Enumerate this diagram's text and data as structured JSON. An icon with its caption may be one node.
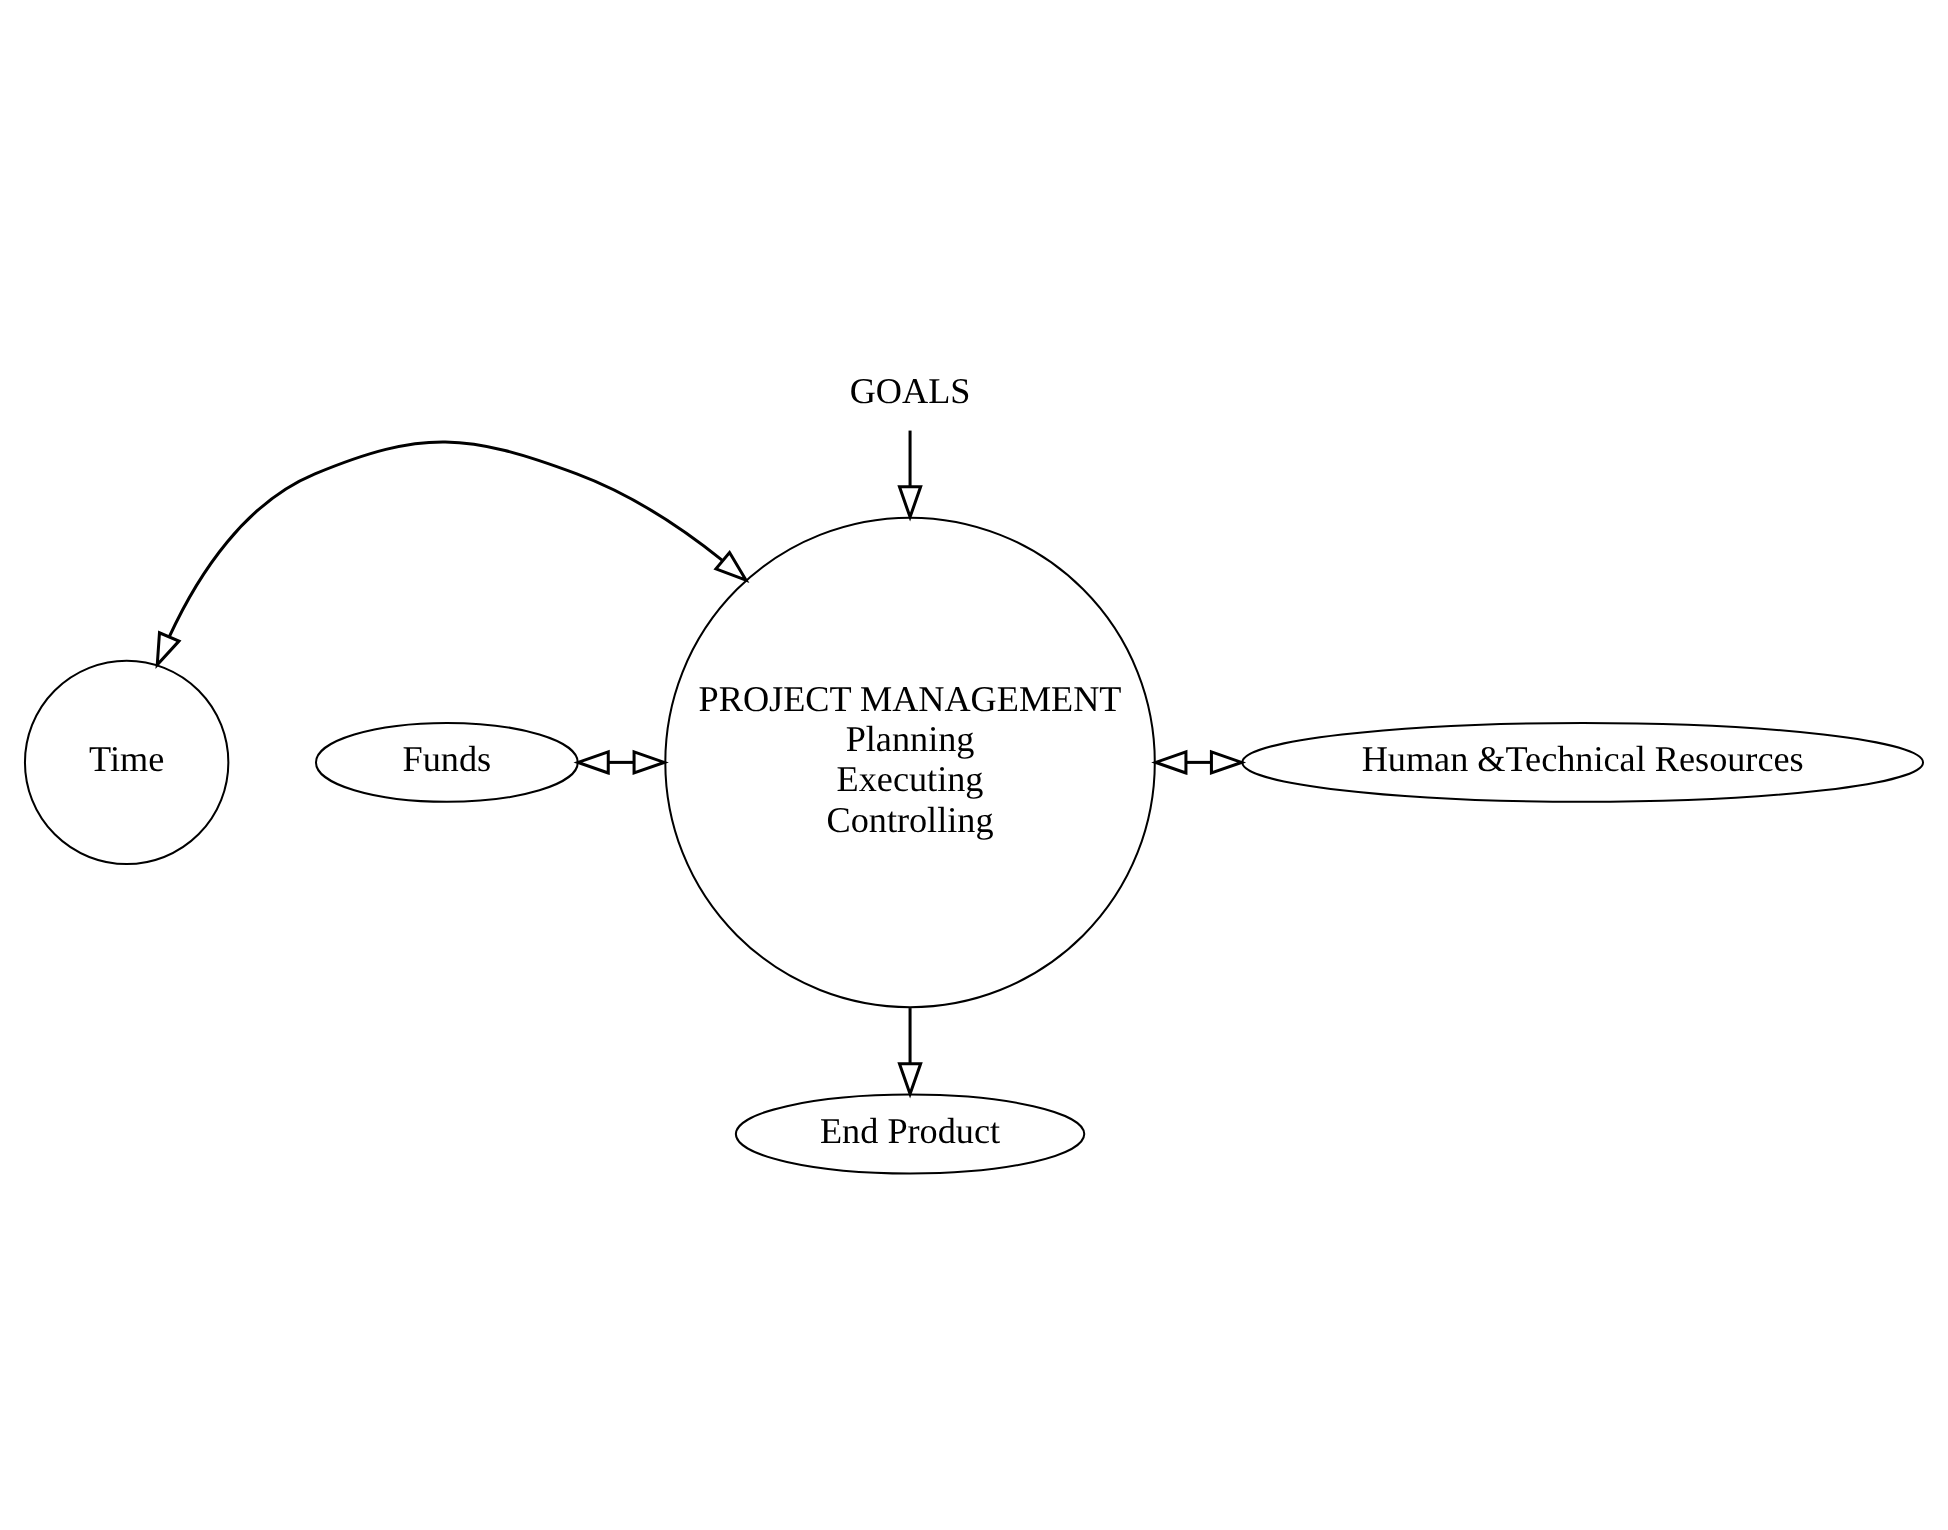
{
  "diagram": {
    "nodes": [
      {
        "text": [
          "GOALS"
        ]
      },
      {
        "text": [
          "PROJECT MANAGEMENT",
          "Planning",
          "Executing",
          "Controlling"
        ]
      },
      {
        "text": [
          "Time"
        ]
      },
      {
        "text": [
          "Funds"
        ]
      },
      {
        "text": [
          "Human &Technical Resources"
        ]
      },
      {
        "text": [
          "End Product"
        ]
      }
    ],
    "edges": [
      {
        "from": 0,
        "to": 1,
        "arrow": "to"
      },
      {
        "from": 2,
        "to": 1,
        "arrow": "both"
      },
      {
        "from": 3,
        "to": 1,
        "arrow": "both"
      },
      {
        "from": 1,
        "to": 4,
        "arrow": "both"
      },
      {
        "from": 1,
        "to": 5,
        "arrow": "to"
      }
    ]
  }
}
